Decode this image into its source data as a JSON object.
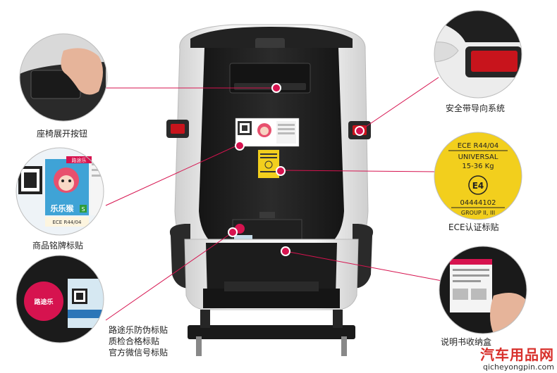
{
  "callouts": {
    "seat_button": "座椅展开按钮",
    "nameplate": "商品铭牌标贴",
    "anti_fake": [
      "路途乐防伪标贴",
      "质检合格标贴",
      "官方微信号标贴"
    ],
    "belt_guide": "安全带导向系统",
    "ece_label": "ECE认证标贴",
    "manual_box": "说明书收纳盒"
  },
  "ece_sticker": {
    "line1": "ECE R44/04",
    "line2": "UNIVERSAL",
    "line3": "15-36 Kg",
    "mark": "E4",
    "number": "04444102",
    "group": "GROUP II, III"
  },
  "nameplate_sticker": {
    "brand_cn": "乐乐猴",
    "tag": "S",
    "small": "ECE R44/04",
    "logo": "路途乐"
  },
  "anti_fake_sticker": {
    "logo": "路途乐"
  },
  "watermark": {
    "title": "汽车用品网",
    "url": "qicheyongpin.com"
  },
  "colors": {
    "accent": "#d6134f",
    "seat_black": "#1c1c1c",
    "seat_white": "#efefef",
    "belt_red": "#c8141c",
    "ece_yellow": "#f2cf1d"
  }
}
